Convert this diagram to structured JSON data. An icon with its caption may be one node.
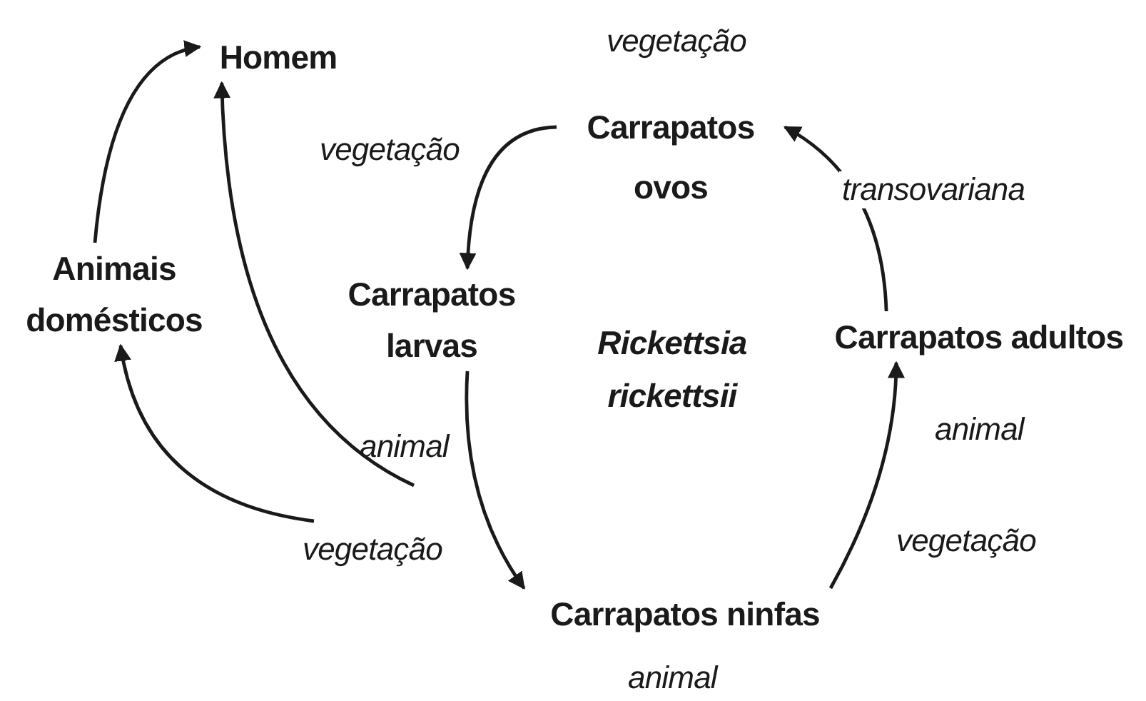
{
  "diagram": {
    "nodes": [
      {
        "text": [
          "Homem"
        ]
      },
      {
        "text": [
          "Carrapatos ovos"
        ],
        "beside": [
          "vegetação"
        ]
      },
      {
        "text": [
          "Animais domésticos"
        ]
      },
      {
        "text": [
          "Carrapatos larvas"
        ]
      },
      {
        "text": [
          "Carrapatos adultos"
        ],
        "beside": [
          "animal"
        ]
      },
      {
        "text": [
          "Carrapatos ninfas"
        ],
        "beside": [
          "animal"
        ]
      }
    ],
    "edges": [
      {
        "from": 2,
        "to": 0,
        "arrow": "to"
      },
      {
        "from": null,
        "to": 0,
        "arrow": "to"
      },
      {
        "from": 1,
        "to": 3,
        "arrow": "to",
        "label": "vegetação"
      },
      {
        "from": 4,
        "to": 1,
        "arrow": "to",
        "label": "transovariana"
      },
      {
        "from": 3,
        "to": 5,
        "arrow": "to"
      },
      {
        "from": 5,
        "to": 4,
        "arrow": "to",
        "label": "vegetação"
      },
      {
        "from": null,
        "to": 2,
        "arrow": "to",
        "label": "vegetação"
      }
    ],
    "labels": [
      "Rickettsia rickettsii",
      "animal"
    ]
  }
}
